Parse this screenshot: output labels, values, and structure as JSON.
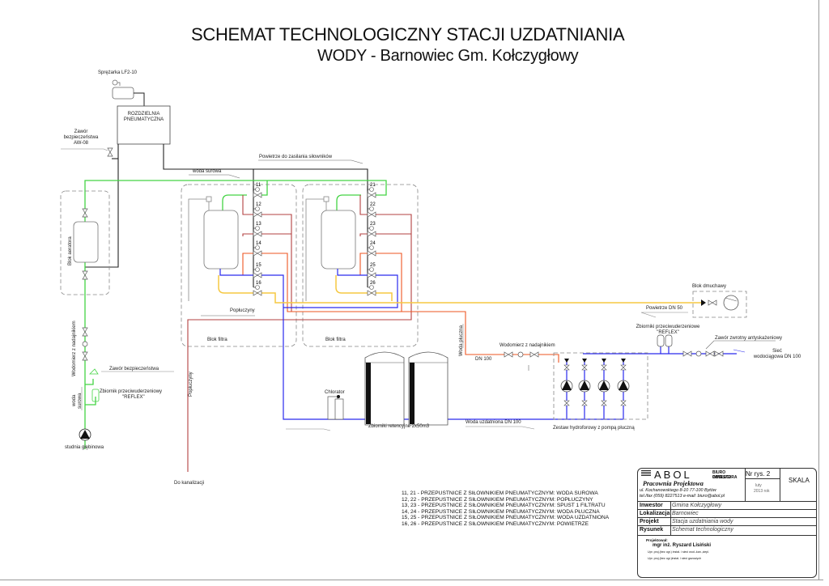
{
  "drawing": {
    "title_line1": "SCHEMAT TECHNOLOGICZNY STACJI UZDATNIANIA",
    "title_line2": "WODY - Barnowiec Gm. Kołczygłowy"
  },
  "labels": {
    "compressor": "Sprężarka LF2-10",
    "pneumatic_panel_1": "ROZDZIELNIA",
    "pneumatic_panel_2": "PNEUMATYCZNA",
    "safety_valve_1": "Zawór",
    "safety_valve_2": "bezpieczeństwa",
    "safety_valve_3": "AW-08",
    "air_actuators": "Powietrze do zasilania siłowników",
    "raw_water": "woda surowa",
    "aerator_block": "Blok aeratora",
    "filter_block_1": "Blok filtra",
    "filter_block_2": "Blok filtra",
    "backwash": "Popłuczyny",
    "backwash_vertical": "Popłuczyny",
    "to_sewer": "Do kanalizacji",
    "water_meter_well": "Wodomierz z nadajnikiem",
    "safety_valve_well": "Zawór bezpieczeństwa",
    "reflex_tank_1": "Zbiornik przeciwuderzeniowy",
    "reflex_tank_2": "\"REFLEX\"",
    "raw_water_vertical_1": "woda",
    "raw_water_vertical_2": "surowa",
    "deep_well": "studnia głębinowa",
    "chlorinator": "Chlorator",
    "retention_tanks": "Zbiorniki retencyjne 2x50m3",
    "treated_water": "Woda uzdatniona DN 100",
    "booster_set": "Zestaw hydroforowy z pompą płuczną",
    "wash_water": "Woda płuczna",
    "dn100": "DN 100",
    "water_meter_wash": "Wodomierz z nadajnikiem",
    "blower_block": "Blok dmuchawy",
    "air_dn50": "Powietrze DN 50",
    "reflex_tanks_1": "Zbiorniki przeciwuderzeniowe",
    "reflex_tanks_2": "\"REFLEX\"",
    "check_valve": "Zawór zwrotny antyskażeniowy",
    "network_1": "Sieć",
    "network_2": "wodociągowa DN 100"
  },
  "valves_filter1": [
    "11",
    "12",
    "13",
    "14",
    "15",
    "16"
  ],
  "valves_filter2": [
    "21",
    "22",
    "23",
    "24",
    "25",
    "26"
  ],
  "legend": [
    "11, 21  - PRZEPUSTNICE Z SIŁOWNIKIEM PNEUMATYCZNYM: WODA SUROWA",
    "12, 22 - PRZEPUSTNICE Z SIŁOWNIKIEM PNEUMATYCZNYM: POPŁUCZYNY",
    "13, 23 - PRZEPUSTNICE Z SIŁOWNIKIEM PNEUMATYCZNYM: SPUST 1 FILTRATU",
    "14, 24 - PRZEPUSTNICE Z SIŁOWNIKIEM PNEUMATYCZNYM: WODA PŁUCZNA",
    "15, 25 - PRZEPUSTNICE Z SIŁOWNIKIEM PNEUMATYCZNYM: WODA UZDATNIONA",
    "16, 26 - PRZEPUSTNICE Z SIŁOWNIKIEM PNEUMATYCZNYM: POWIETRZE"
  ],
  "title_block": {
    "logo": "ABOL",
    "office_1": "BIURO OBSŁUGI",
    "office_2": "INWESTORA",
    "studio": "Pracownia Projektowa",
    "address": "ul. Kochanowskiego 8-10 77-100 Bytów",
    "contact": "tel./fax (059)  8227513  e-mail: biuro@abol.pl",
    "drawing_no": "Nr rys. 2",
    "scale": "SKALA",
    "date_1": "luty",
    "date_2": "2013 rok",
    "rows": [
      {
        "key": "Inwestor",
        "value": "Gmina Kołczygłowy"
      },
      {
        "key": "Lokalizacja",
        "value": "Barnowiec"
      },
      {
        "key": "Projekt",
        "value": "Stacja uzdatniania wody"
      },
      {
        "key": "Rysunek",
        "value": "Schemat technologiczny"
      }
    ],
    "designer_label": "Projektował:",
    "designer": "mgr inż. Ryszard Lisiński",
    "license_1": "Upr. proj.(bez ogr.) instal. i sieci wod.-kan.,ciepl.",
    "license_2": "Upr. proj.(bez ogr.)instal. i sieci gazowych"
  },
  "colors": {
    "raw_water": "#44d444",
    "air": "#f5c842",
    "treated": "#2a2aee",
    "backwash": "#b03030",
    "wash_water": "#ee5522",
    "drain": "#c04848",
    "pneumatic": "#222222"
  }
}
